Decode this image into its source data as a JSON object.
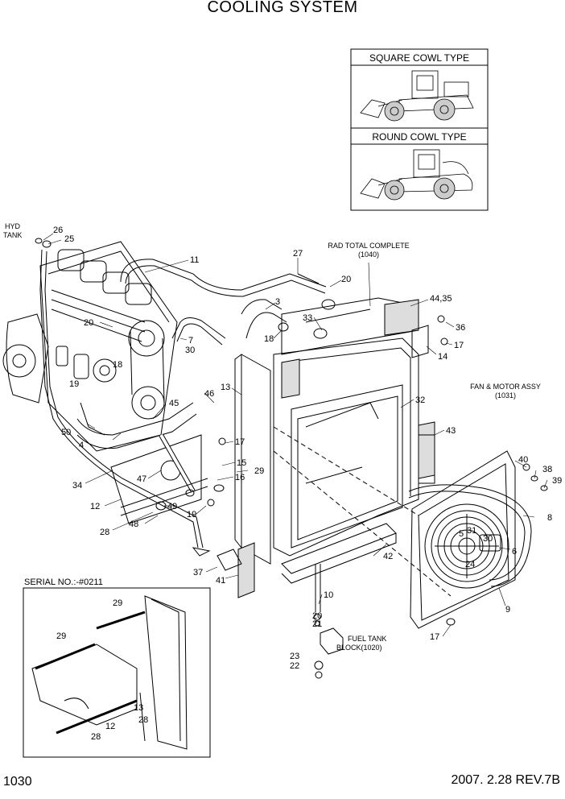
{
  "title": "COOLING SYSTEM",
  "variants": {
    "square_cowl": "SQUARE COWL TYPE",
    "round_cowl": "ROUND COWL TYPE"
  },
  "assemblies": {
    "rad_total_complete": "RAD TOTAL COMPLETE",
    "rad_total_code": "(1040)",
    "fan_motor_assy": "FAN & MOTOR ASSY",
    "fan_motor_code": "(1031)",
    "fuel_tank_line1": "FUEL TANK",
    "fuel_tank_line2": "BLOCK(1020)",
    "hyd_tank_line1": "HYD",
    "hyd_tank_line2": "TANK"
  },
  "serial_box": {
    "label": "SERIAL NO.:-#0211",
    "parts": [
      "29",
      "29",
      "13",
      "12",
      "28",
      "28"
    ]
  },
  "part_numbers": [
    "26",
    "25",
    "11",
    "27",
    "20",
    "3",
    "33",
    "44,35",
    "36",
    "17",
    "14",
    "7",
    "30",
    "20",
    "18",
    "18",
    "19",
    "45",
    "46",
    "13",
    "32",
    "43",
    "50",
    "4",
    "17",
    "15",
    "29",
    "16",
    "34",
    "47",
    "12",
    "49",
    "19",
    "28",
    "48",
    "40",
    "38",
    "39",
    "8",
    "5",
    "31",
    "30",
    "6",
    "24",
    "9",
    "42",
    "37",
    "41",
    "10",
    "20",
    "21",
    "23",
    "22",
    "17"
  ],
  "footer": {
    "page_number": "1030",
    "revision": "2007. 2.28  REV.7B"
  }
}
